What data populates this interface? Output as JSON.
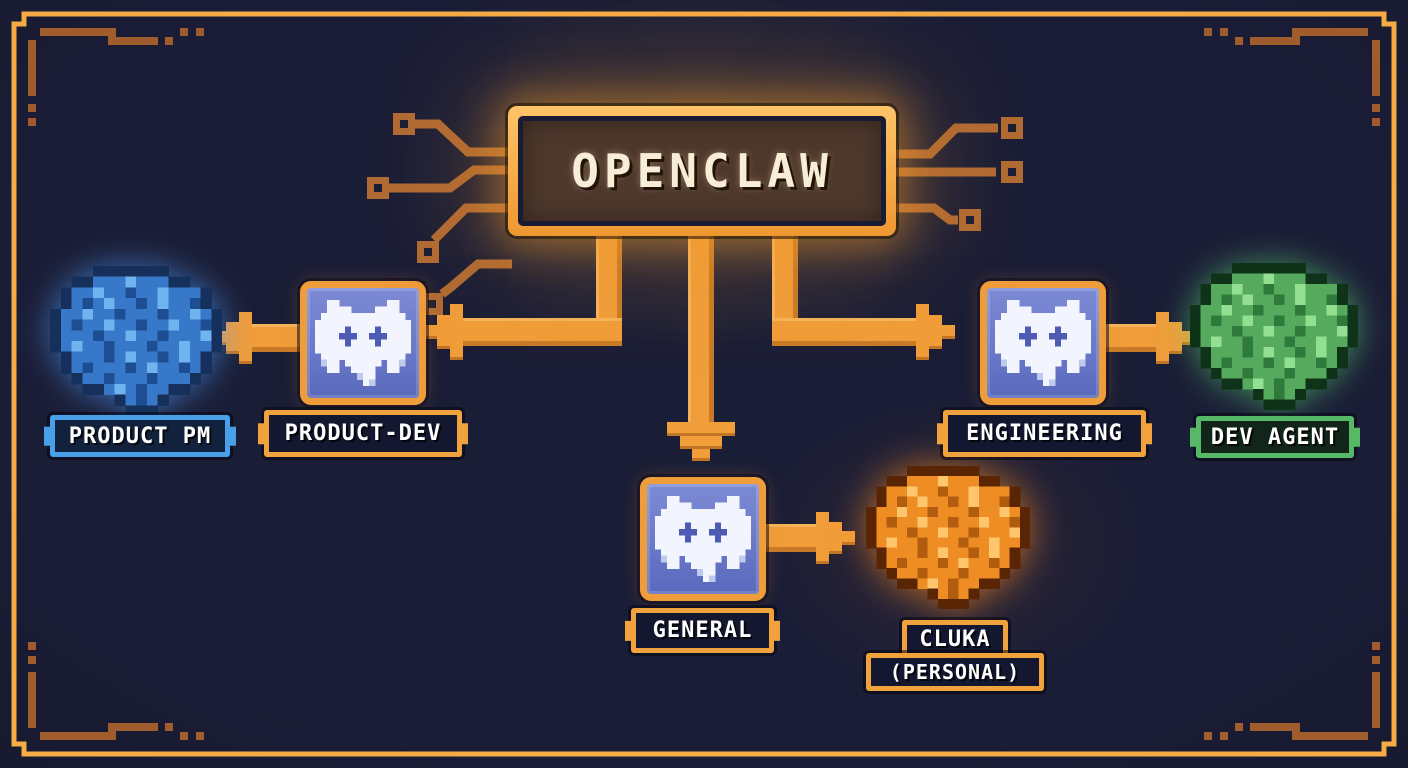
{
  "hub": {
    "label": "OPENCLAW"
  },
  "nodes": {
    "product_pm": {
      "label": "PRODUCT PM",
      "kind": "agent-brain",
      "accent": "#4aa0e8"
    },
    "product_dev": {
      "label": "PRODUCT-DEV",
      "kind": "discord-channel",
      "accent": "#f0a23c"
    },
    "engineering": {
      "label": "ENGINEERING",
      "kind": "discord-channel",
      "accent": "#f0a23c"
    },
    "dev_agent": {
      "label": "DEV AGENT",
      "kind": "agent-brain",
      "accent": "#57b868"
    },
    "general": {
      "label": "GENERAL",
      "kind": "discord-channel",
      "accent": "#f0a23c"
    },
    "cluka": {
      "label_line1": "CLUKA",
      "label_line2": "(PERSONAL)",
      "kind": "agent-brain",
      "accent": "#f08c28"
    }
  },
  "edges": [
    {
      "from": "OPENCLAW",
      "to": "PRODUCT-DEV"
    },
    {
      "from": "PRODUCT-DEV",
      "to": "PRODUCT PM"
    },
    {
      "from": "OPENCLAW",
      "to": "GENERAL"
    },
    {
      "from": "GENERAL",
      "to": "CLUKA (PERSONAL)"
    },
    {
      "from": "OPENCLAW",
      "to": "ENGINEERING"
    },
    {
      "from": "ENGINEERING",
      "to": "DEV AGENT"
    }
  ],
  "icons": {
    "discord": "discord-icon",
    "brain": "brain-icon",
    "circuit": "circuit-trace-icon"
  },
  "colors": {
    "background": "#1a1d36",
    "frame_orange": "#f6ab45",
    "circuit_copper": "#a05c2c",
    "arrow_orange": "#f09d3a",
    "hub_panel_brown": "#4e382c",
    "hub_text_cream": "#f8eed8",
    "discord_fill": "#6574c4",
    "label_orange": "#f0a23c",
    "label_blue": "#4aa0e8",
    "label_green": "#57b868",
    "brain_blue": "#3a8ede",
    "brain_green": "#55aa5e",
    "brain_orange": "#ef8d25"
  }
}
